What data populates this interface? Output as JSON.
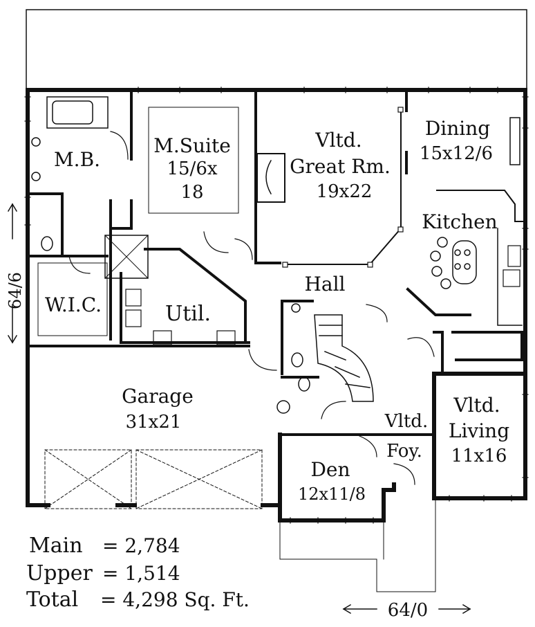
{
  "rooms": {
    "master_bath": {
      "name": "M.B."
    },
    "master_suite": {
      "name": "M.Suite",
      "dims_line1": "15/6x",
      "dims_line2": "18"
    },
    "great_room": {
      "name_line1": "Vltd.",
      "name_line2": "Great Rm.",
      "dims": "19x22"
    },
    "dining": {
      "name": "Dining",
      "dims": "15x12/6"
    },
    "kitchen": {
      "name": "Kitchen"
    },
    "wic": {
      "name": "W.I.C."
    },
    "utility": {
      "name": "Util."
    },
    "hall": {
      "name": "Hall"
    },
    "garage": {
      "name": "Garage",
      "dims": "31x21"
    },
    "foyer": {
      "name_line1": "Vltd.",
      "name_line2": "Foy."
    },
    "living": {
      "name_line1": "Vltd.",
      "name_line2": "Living",
      "dims": "11x16"
    },
    "den": {
      "name": "Den",
      "dims": "12x11/8"
    }
  },
  "dimensions": {
    "depth": "64/6",
    "width": "64/0"
  },
  "area_summary": {
    "main_label": "Main",
    "main_value": "= 2,784",
    "upper_label": "Upper",
    "upper_value": "= 1,514",
    "total_label": "Total",
    "total_value": "= 4,298 Sq. Ft."
  }
}
